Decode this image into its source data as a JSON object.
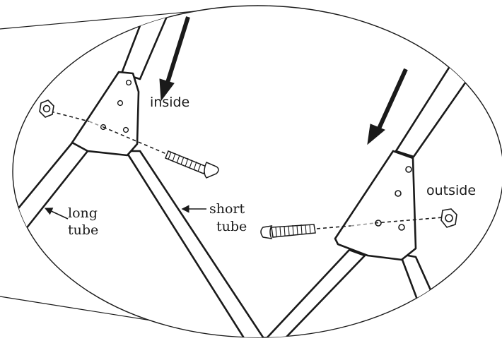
{
  "labels": {
    "inside": "inside",
    "outside": "outside",
    "long_tube_line1": "long",
    "long_tube_line2": "tube",
    "short_tube_line1": "short",
    "short_tube_line2": "tube"
  },
  "colors": {
    "line": "#1a1a1a",
    "hidden_line": "#9a9a9a",
    "background": "#ffffff"
  }
}
